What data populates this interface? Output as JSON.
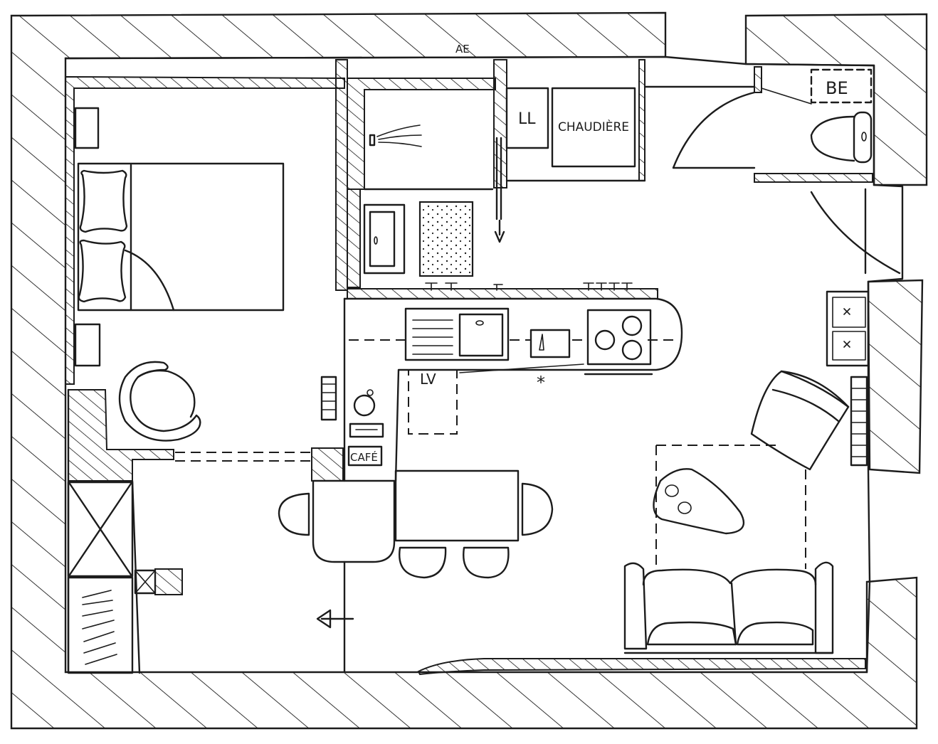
{
  "labels": {
    "top_mark": "AE",
    "laundry": "LL",
    "boiler": "CHAUDIÈRE",
    "water_heater": "BE",
    "dishwasher": "LV",
    "coffee": "CAFÉ",
    "extractor_mark": "*"
  },
  "colors": {
    "ink": "#1c1c1c",
    "paper": "#ffffff"
  }
}
